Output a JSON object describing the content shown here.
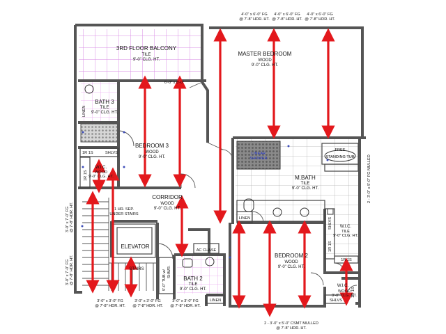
{
  "plan": {
    "top_window_notes": [
      {
        "line1": "4'-0\" x 6'-0\" FG",
        "line2": "@ 7'-8\" HDR. HT."
      },
      {
        "line1": "4'-0\" x 6'-0\" FG",
        "line2": "@ 7'-8\" HDR. HT."
      },
      {
        "line1": "4'-0\" x 6'-0\" FG",
        "line2": "@ 7'-8\" HDR. HT."
      }
    ],
    "balcony": {
      "name": "3RD FLOOR BALCONY",
      "finish": "TILE",
      "ceiling": "9'-0\" CLG. HT."
    },
    "master_bedroom": {
      "name": "MASTER BEDROOM",
      "finish": "WOOD",
      "ceiling": "9'-0\" CLG. HT."
    },
    "balcony_door_note": "6'-0\" x 8'-0\"",
    "bath3": {
      "name": "BATH 3",
      "finish": "TILE",
      "ceiling": "9'-0\" CLG. HT."
    },
    "linen_label": "LINEN",
    "bedroom3": {
      "name": "BEDROOM 3",
      "finish": "WOOD",
      "ceiling": "9'-0\" CLG. HT."
    },
    "closet_upper": {
      "name": "W.I.C.",
      "finish": "WOOD",
      "ceiling": "9'-0\" CLG. HT.",
      "shelves": "SHLVS",
      "rod_top": "1R 1S",
      "rod_side": "1R 1S"
    },
    "shower": {
      "line1": "LINEAR",
      "line2": "SHOWER"
    },
    "free_tub": {
      "line1": "FREE",
      "line2": "STANDING TUB"
    },
    "right_window_note": "2 - 3'-0\" x 5'-0\" FG MULLED",
    "mbath": {
      "name": "M.BATH",
      "finish": "TILE",
      "ceiling": "9'-0\" CLG. HT."
    },
    "corridor": {
      "name": "CORRIDOR",
      "finish": "WOOD",
      "ceiling": "9'-0\" CLG. HT."
    },
    "under_stairs": {
      "line1": "1 HR. SEP.",
      "line2": "UNDER STAIRS"
    },
    "left_window_note": {
      "col1_a": "3'-0\" x 7'-0\" FG",
      "col1_b": "@ 7'-8\" HDR. HT.",
      "col2_a": "3'-0\" x 7'-0\" FG",
      "col2_b": "@ 7'-8\" HDR. HT."
    },
    "elevator": "ELEVATOR",
    "ac_chase": "AC CHASE",
    "stairs": "STAIRS",
    "tub_note": {
      "line1": "5'-0\" TUB w/",
      "line2": "SHWR."
    },
    "bath2": {
      "name": "BATH 2",
      "finish": "TILE",
      "ceiling": "9'-0\" CLG. HT."
    },
    "linen_lower": "LINEN",
    "linen_mbath": "LINEN",
    "closet_mbath": {
      "name": "W.I.C.",
      "finish": "TILE",
      "ceiling": "9'-0\" CLG. HT.",
      "shelves": "SHLVS",
      "rod_side": "1R 1S",
      "rod_bottom": "1R 1S"
    },
    "bedroom2": {
      "name": "BEDROOM 2",
      "finish": "WOOD",
      "ceiling": "9'-0\" CLG. HT."
    },
    "closet_lower": {
      "name": "W.I.C.",
      "finish": "WOOD",
      "ceiling": "9'-0\" CLG. HT.",
      "shelves": "SHLVS",
      "rod": "1R 1S"
    },
    "bottom_left_notes": [
      {
        "line1": "3'-0\" x 3'-0\" FG",
        "line2": "@ 7'-8\" HDR. HT."
      },
      {
        "line1": "3'-0\" x 3'-0\" FG",
        "line2": "@ 7'-8\" HDR. HT."
      },
      {
        "line1": "3'-0\" x 3'-0\" FG",
        "line2": "@ 7'-8\" HDR. HT."
      }
    ],
    "bottom_right_note": {
      "line1": "2 - 3'-0\" x 5'-0\" CSMT MULLED",
      "line2": "@ 7'-8\" HDR. HT."
    }
  },
  "colors": {
    "wall": "#555555",
    "arrow": "#e3181c",
    "balcony_grid": "#d98be6",
    "pink_tile": "#e8a4ef"
  }
}
